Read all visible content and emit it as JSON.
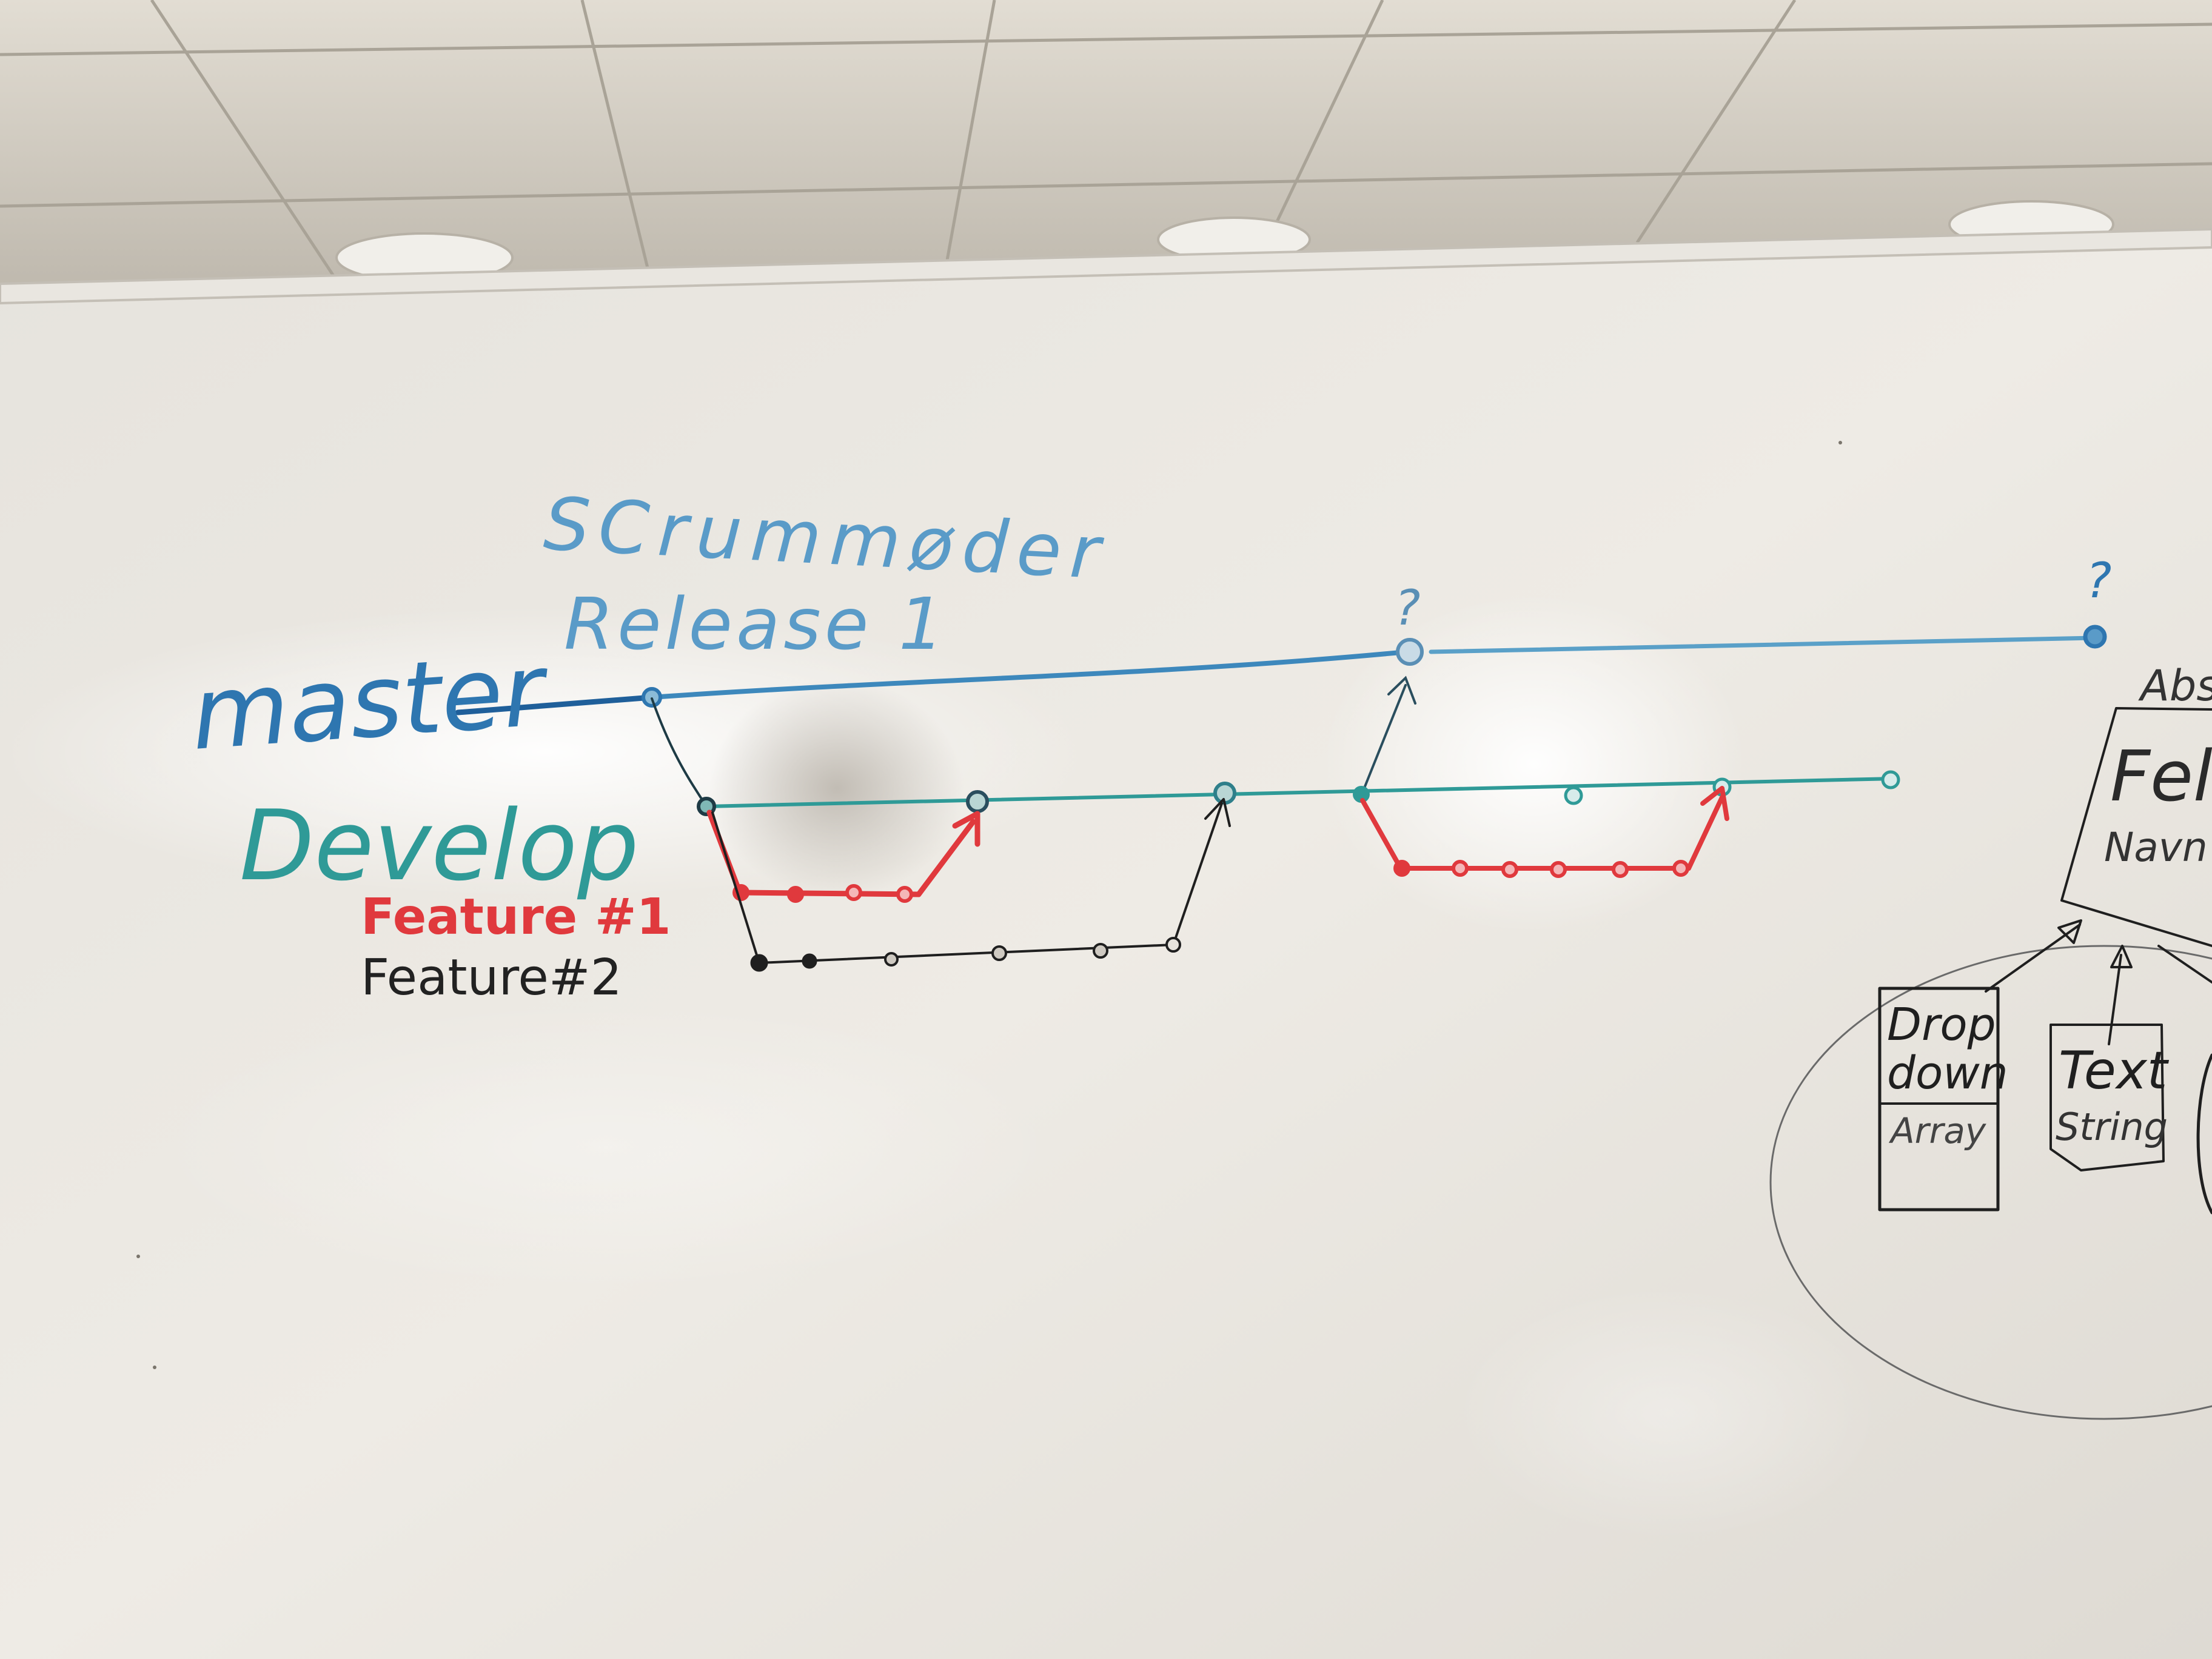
{
  "labels": {
    "scrum": "SCrummøder",
    "release": "Release 1",
    "master": "master",
    "develop": "Develop",
    "feature1": "Feature #1",
    "feature2": "Feature#2",
    "question1": "?",
    "question2": "?",
    "abs": "Abs",
    "felt": "Felt",
    "navn": "Navn",
    "drop": "Drop",
    "down": "down",
    "array": "Array",
    "text": "Text",
    "string": "String"
  },
  "colors": {
    "master": "#2e76b0",
    "develop": "#2f9a97",
    "feature1": "#e0393d",
    "feature2": "#1f1f1f",
    "board": "#ece9e3",
    "ceiling": "#d6d1c7"
  }
}
